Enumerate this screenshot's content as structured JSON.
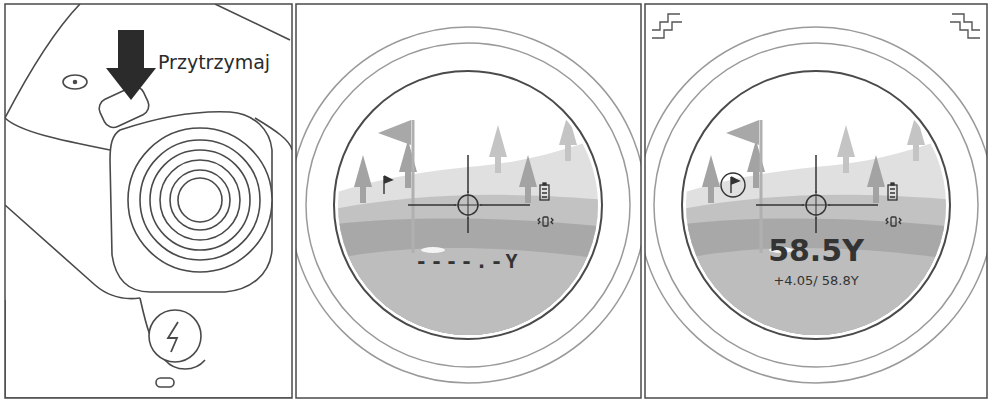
{
  "diagram": {
    "labels": [
      "Przytrzymaj",
      "----.-Y",
      "58.5Y",
      "+4.05/ 58.8Y"
    ]
  }
}
